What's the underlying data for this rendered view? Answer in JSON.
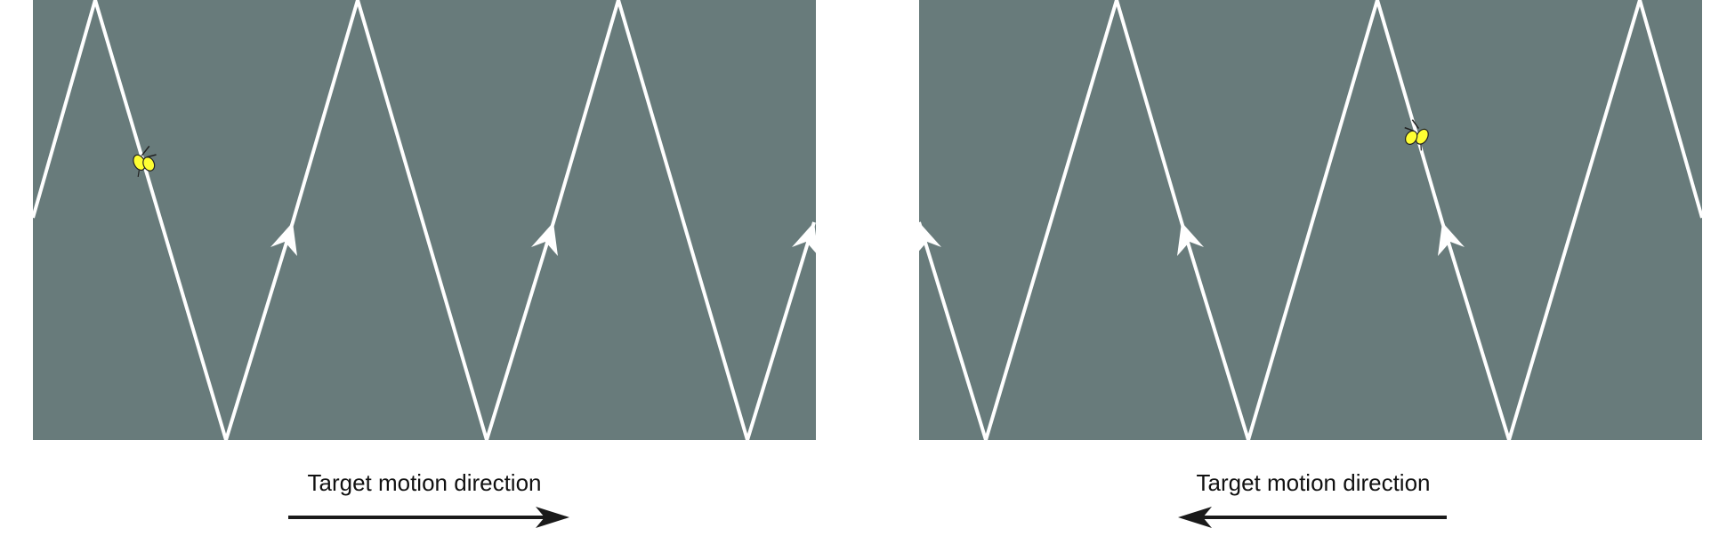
{
  "figure": {
    "background_color": "#687b7b",
    "stripe_color": "#ffffff",
    "fly_color": "#ffff33"
  },
  "panels": [
    {
      "caption": "Target motion direction",
      "direction": "right"
    },
    {
      "caption": "Target motion direction",
      "direction": "left"
    }
  ]
}
